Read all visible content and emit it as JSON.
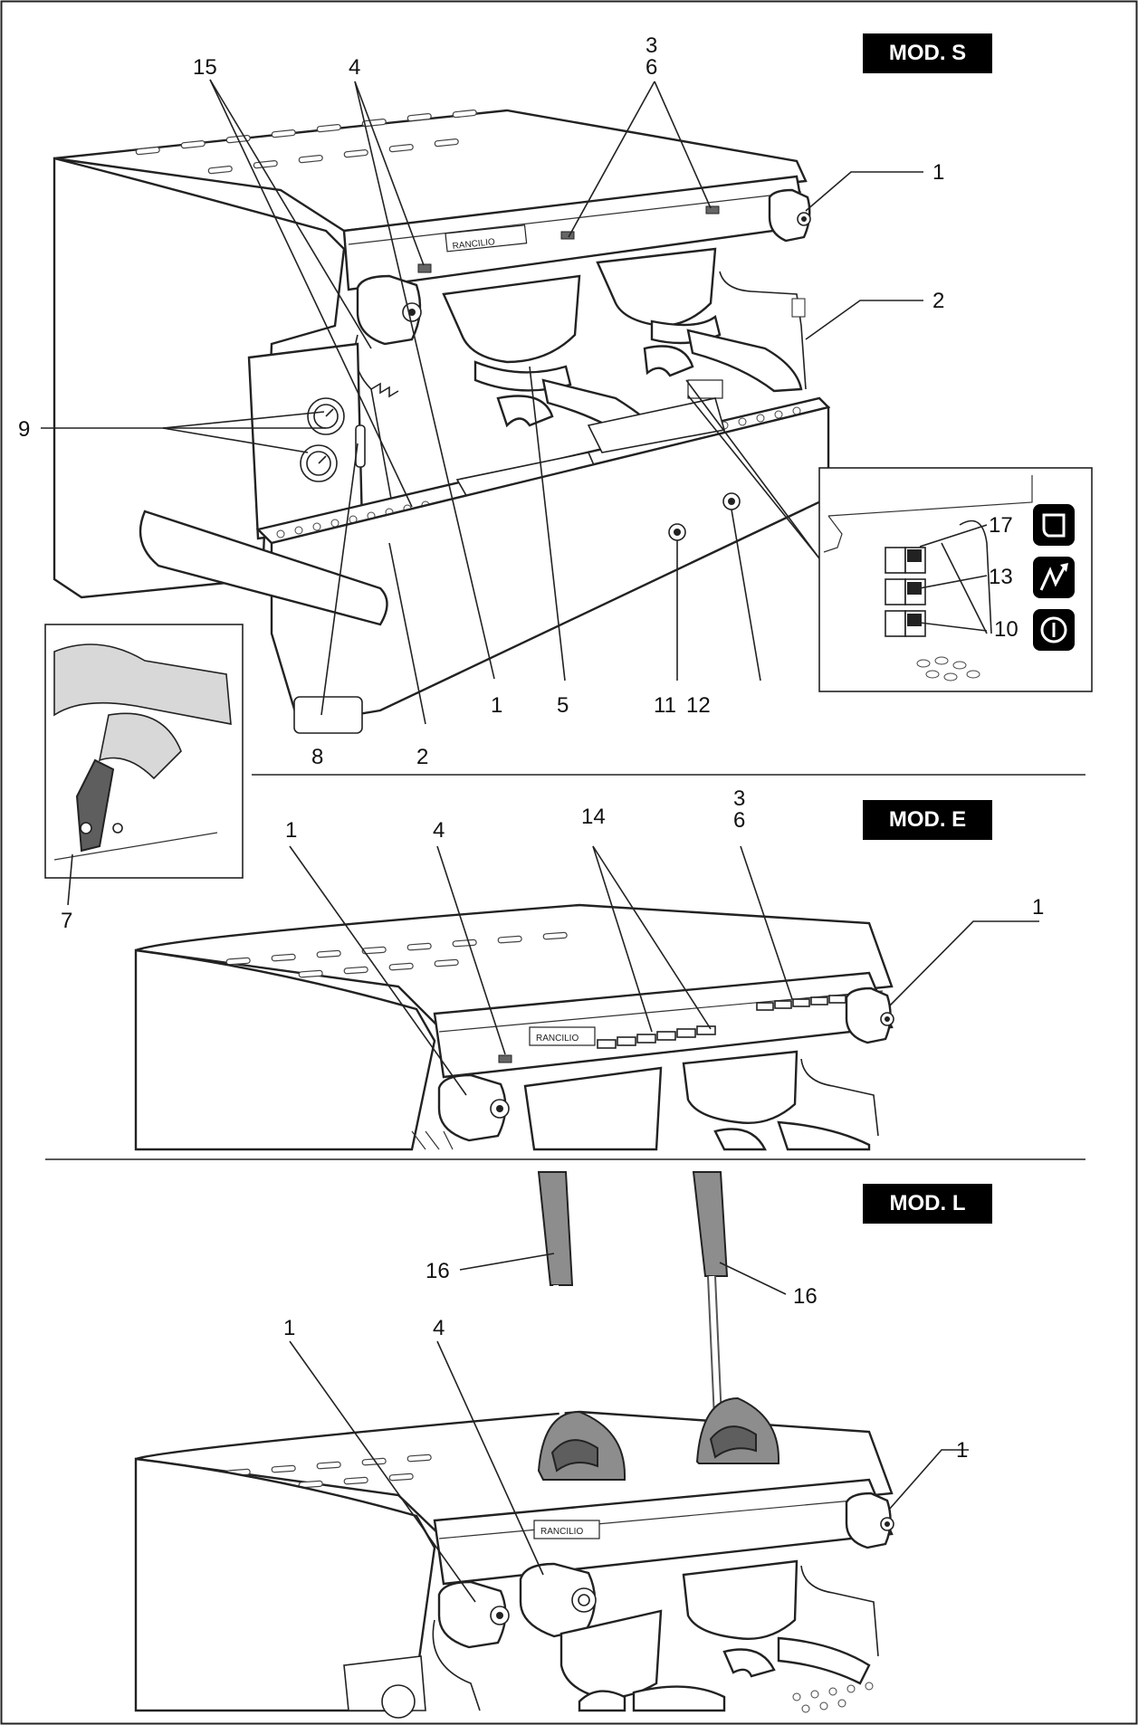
{
  "sections": [
    {
      "badge": "MOD. S"
    },
    {
      "badge": "MOD. E"
    },
    {
      "badge": "MOD. L"
    }
  ],
  "labels": {
    "s_15": "15",
    "s_4": "4",
    "s_3": "3",
    "s_6": "6",
    "s_1a": "1",
    "s_2a": "2",
    "s_9": "9",
    "s_17": "17",
    "s_13": "13",
    "s_10": "10",
    "s_8": "8",
    "s_2b": "2",
    "s_1b": "1",
    "s_5": "5",
    "s_11": "11",
    "s_12": "12",
    "s_7": "7",
    "s_brand": "RANCILIO",
    "e_1a": "1",
    "e_4": "4",
    "e_14": "14",
    "e_3": "3",
    "e_6": "6",
    "e_1b": "1",
    "e_brand": "RANCILIO",
    "l_16a": "16",
    "l_16b": "16",
    "l_1a": "1",
    "l_4": "4",
    "l_1b": "1",
    "l_brand": "RANCILIO"
  },
  "icons": [
    "cup-icon",
    "steam-icon",
    "power-icon"
  ],
  "colors": {
    "badge_bg": "#000000",
    "badge_text": "#ffffff",
    "lever_grey": "#8d8d8d"
  }
}
